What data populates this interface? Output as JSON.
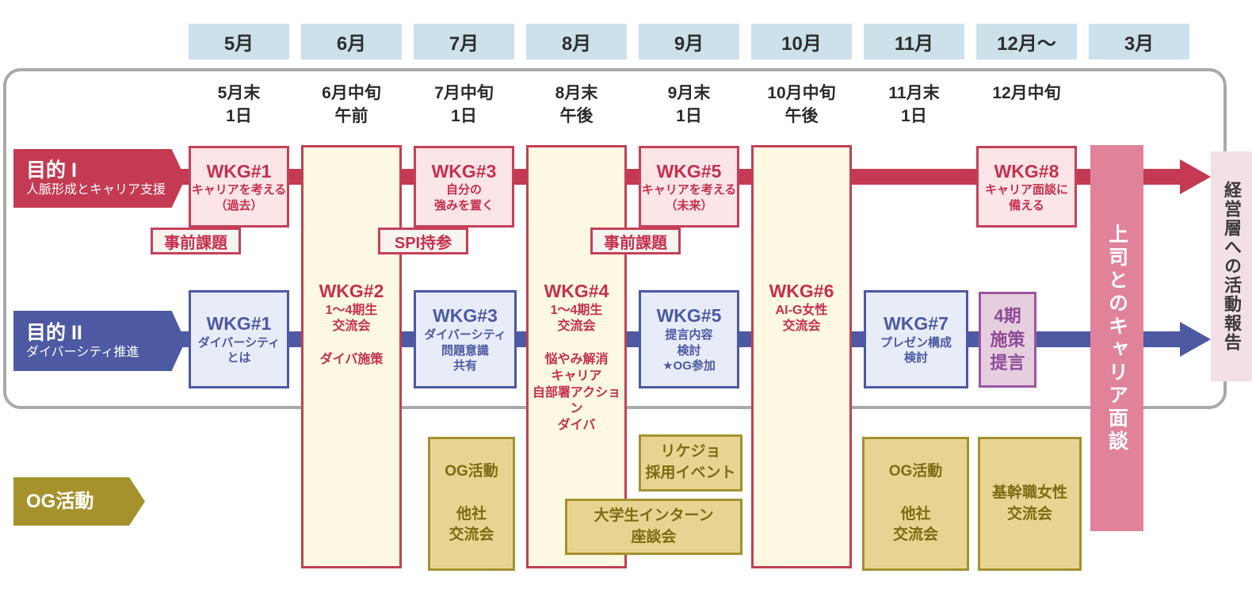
{
  "months": [
    "5月",
    "6月",
    "7月",
    "8月",
    "9月",
    "10月",
    "11月",
    "12月〜",
    "3月"
  ],
  "schedule_labels": [
    [
      "5月末",
      "1日"
    ],
    [
      "6月中旬",
      "午前"
    ],
    [
      "7月中旬",
      "1日"
    ],
    [
      "8月末",
      "午後"
    ],
    [
      "9月末",
      "1日"
    ],
    [
      "10月中旬",
      "午後"
    ],
    [
      "11月末",
      "1日"
    ],
    [
      "12月中旬"
    ]
  ],
  "purpose1": {
    "banner_title": "目的 I",
    "banner_subtitle": "人脈形成とキャリア支援",
    "boxes": [
      {
        "title": "WKG#1",
        "lines": [
          "キャリアを考える",
          "（過去）"
        ]
      },
      {
        "title": "WKG#3",
        "lines": [
          "自分の",
          "強みを置く"
        ]
      },
      {
        "title": "WKG#5",
        "lines": [
          "キャリアを考える",
          "（未来）"
        ]
      },
      {
        "title": "WKG#8",
        "lines": [
          "キャリア面談に",
          "備える"
        ]
      }
    ],
    "tags": [
      "事前課題",
      "SPI持参",
      "事前課題"
    ]
  },
  "purpose2": {
    "banner_title": "目的 II",
    "banner_subtitle": "ダイバーシティ推進",
    "boxes": [
      {
        "title": "WKG#1",
        "lines": [
          "ダイバーシティ",
          "とは"
        ]
      },
      {
        "title": "WKG#3",
        "lines": [
          "ダイバーシティ",
          "問題意識",
          "共有"
        ]
      },
      {
        "title": "WKG#5",
        "lines": [
          "提言内容",
          "検討",
          "★OG参加"
        ]
      },
      {
        "title": "WKG#7",
        "lines": [
          "プレゼン構成",
          "検討"
        ]
      }
    ],
    "proposal_box": {
      "lines": [
        "4期",
        "施策",
        "提言"
      ]
    }
  },
  "joint_columns": [
    {
      "title": "WKG#2",
      "lines": [
        "1〜4期生",
        "交流会",
        "",
        "ダイバ施策"
      ]
    },
    {
      "title": "WKG#4",
      "lines": [
        "1〜4期生",
        "交流会",
        "",
        "悩やみ解消",
        "キャリア",
        "自部署アクション",
        "ダイバ"
      ]
    },
    {
      "title": "WKG#6",
      "lines": [
        "AI-G女性",
        "交流会"
      ]
    }
  ],
  "og": {
    "banner_title": "OG活動",
    "boxes": [
      {
        "lines": [
          "OG活動",
          "",
          "他社",
          "交流会"
        ]
      },
      {
        "lines": [
          "リケジョ",
          "採用イベント"
        ]
      },
      {
        "lines": [
          "大学生インターン",
          "座談会"
        ]
      },
      {
        "lines": [
          "OG活動",
          "",
          "他社",
          "交流会"
        ]
      },
      {
        "lines": [
          "基幹職女性",
          "交流会"
        ]
      }
    ]
  },
  "sidebars": {
    "career_interview": "上司とのキャリア面談",
    "report": "経営層への活動報告"
  },
  "colors": {
    "crimson": "#c43a52",
    "navy": "#4d59a2",
    "olive": "#a6922d",
    "cream": "#fcf8e1",
    "month_blue": "#cde1eb",
    "pink_bar": "#e0839a",
    "report_pink": "#f3dfe6",
    "purple": "#9a57a1"
  }
}
